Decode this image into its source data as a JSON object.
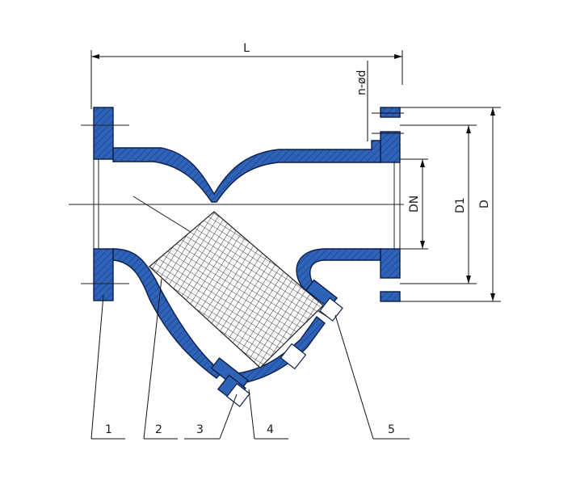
{
  "dimensions": {
    "length_label": "L",
    "bolt_hole_label": "n-ød",
    "nominal_diameter_label": "DN",
    "bolt_circle_label": "D1",
    "flange_outer_label": "D"
  },
  "callouts": [
    "1",
    "2",
    "3",
    "4",
    "5"
  ],
  "colors": {
    "body": "#2f63b8",
    "outline": "#0b1f47",
    "hatch": "#ffffff"
  }
}
